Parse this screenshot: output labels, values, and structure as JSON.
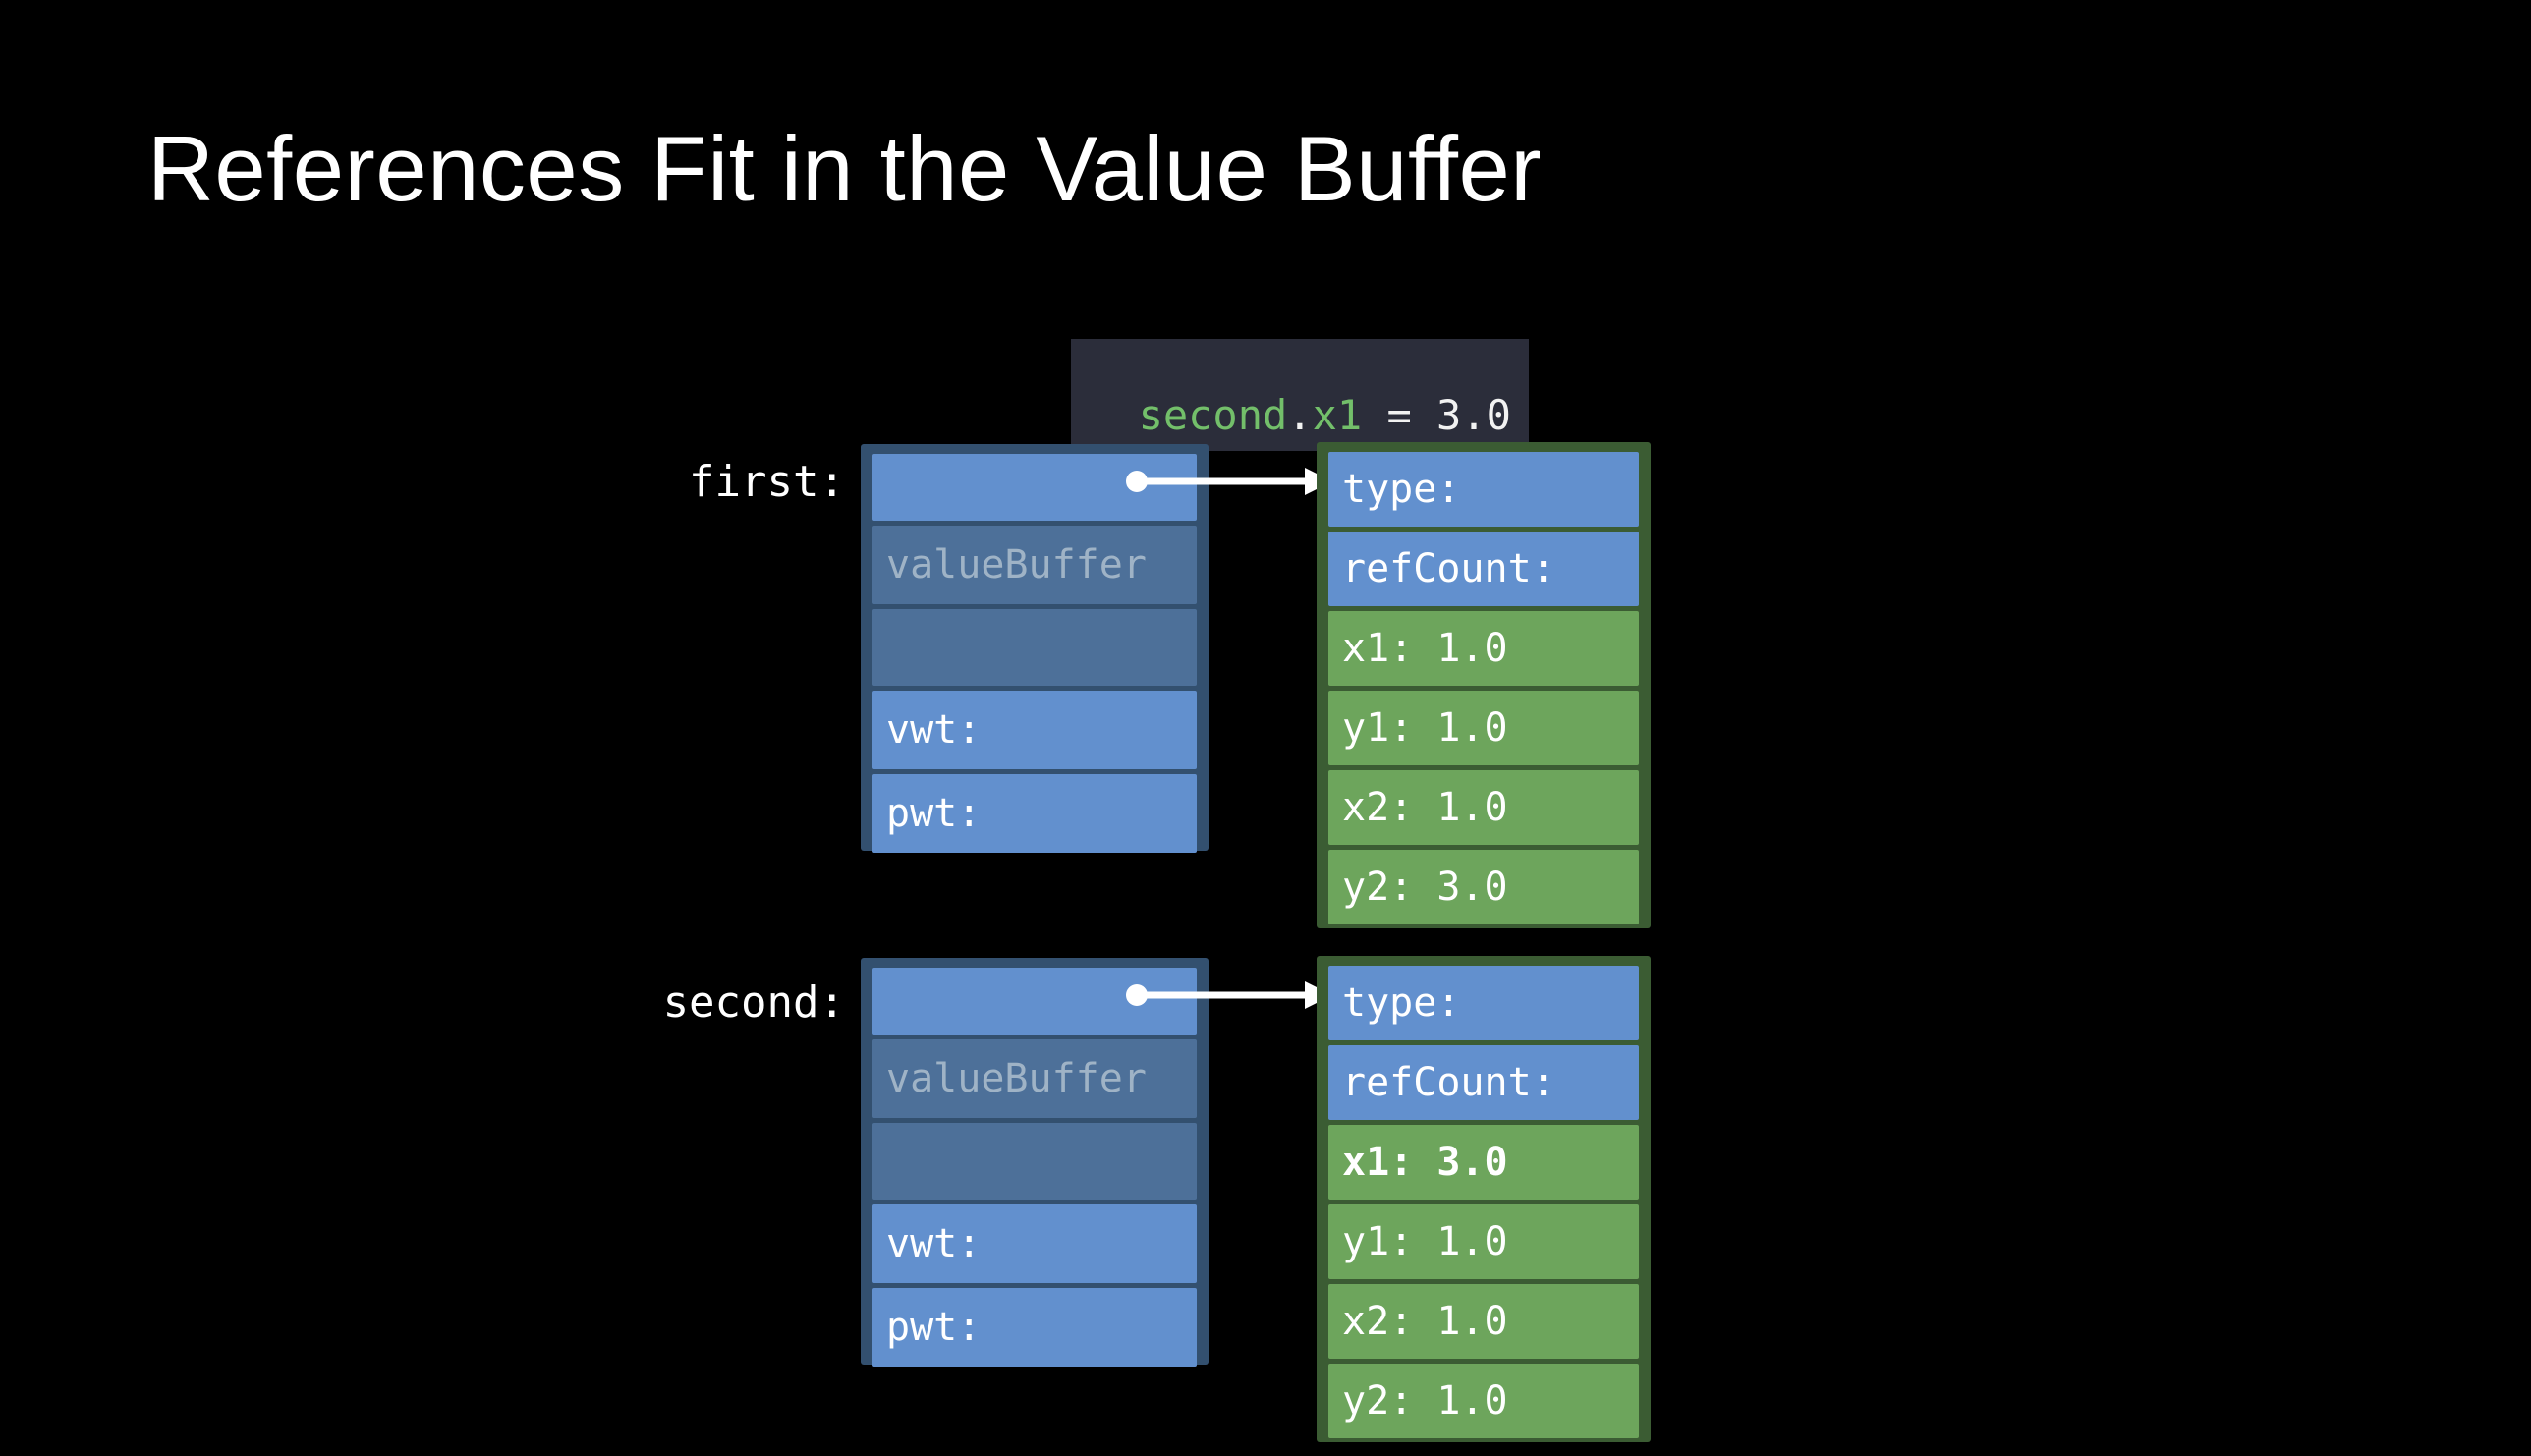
{
  "slide": {
    "title": "References Fit in the Value Buffer",
    "background_color": "#000000"
  },
  "code_badge": {
    "name": "code-badge",
    "background_color": "#2b2d3a",
    "full_text": "second.x1 = 3.0",
    "tokens": [
      {
        "text": "second",
        "color": "#73bf6a"
      },
      {
        "text": ".",
        "color": "#f2f2f2"
      },
      {
        "text": "x1",
        "color": "#73bf6a"
      },
      {
        "text": " = ",
        "color": "#f2f2f2"
      },
      {
        "text": "3.0",
        "color": "#f2f2f2"
      }
    ]
  },
  "colors": {
    "struct_border": "#33506f",
    "struct_cell_light": "#6290ce",
    "struct_cell_dark": "#4d7099",
    "object_border": "#3b5c33",
    "object_cell_blue": "#6290ce",
    "object_cell_green": "#6da55c",
    "valuebuffer_text": "#9fb3c6",
    "arrow": "#ffffff"
  },
  "rows": [
    {
      "label": "first:",
      "struct": {
        "name": "struct-box-first",
        "cells": [
          {
            "name": "pointer-cell",
            "text": "",
            "style": "light"
          },
          {
            "name": "valuebuffer-label",
            "text": "valueBuffer",
            "style": "dark"
          },
          {
            "name": "valuebuffer-slot",
            "text": "",
            "style": "dark"
          },
          {
            "name": "vwt-cell",
            "text": "vwt:",
            "style": "light"
          },
          {
            "name": "pwt-cell",
            "text": "pwt:",
            "style": "light"
          }
        ]
      },
      "object": {
        "name": "object-box-first",
        "cells": [
          {
            "name": "type-cell",
            "text": "type:",
            "style": "blue",
            "bold": false
          },
          {
            "name": "refcount-cell",
            "text": "refCount:",
            "style": "blue",
            "bold": false
          },
          {
            "name": "x1-cell",
            "text": "x1: 1.0",
            "style": "green",
            "bold": false
          },
          {
            "name": "y1-cell",
            "text": "y1: 1.0",
            "style": "green",
            "bold": false
          },
          {
            "name": "x2-cell",
            "text": "x2: 1.0",
            "style": "green",
            "bold": false
          },
          {
            "name": "y2-cell",
            "text": "y2: 3.0",
            "style": "green",
            "bold": false
          }
        ]
      }
    },
    {
      "label": "second:",
      "struct": {
        "name": "struct-box-second",
        "cells": [
          {
            "name": "pointer-cell",
            "text": "",
            "style": "light"
          },
          {
            "name": "valuebuffer-label",
            "text": "valueBuffer",
            "style": "dark"
          },
          {
            "name": "valuebuffer-slot",
            "text": "",
            "style": "dark"
          },
          {
            "name": "vwt-cell",
            "text": "vwt:",
            "style": "light"
          },
          {
            "name": "pwt-cell",
            "text": "pwt:",
            "style": "light"
          }
        ]
      },
      "object": {
        "name": "object-box-second",
        "cells": [
          {
            "name": "type-cell",
            "text": "type:",
            "style": "blue",
            "bold": false
          },
          {
            "name": "refcount-cell",
            "text": "refCount:",
            "style": "blue",
            "bold": false
          },
          {
            "name": "x1-cell",
            "text": "x1: 3.0",
            "style": "green",
            "bold": true
          },
          {
            "name": "y1-cell",
            "text": "y1: 1.0",
            "style": "green",
            "bold": false
          },
          {
            "name": "x2-cell",
            "text": "x2: 1.0",
            "style": "green",
            "bold": false
          },
          {
            "name": "y2-cell",
            "text": "y2: 1.0",
            "style": "green",
            "bold": false
          }
        ]
      }
    }
  ]
}
